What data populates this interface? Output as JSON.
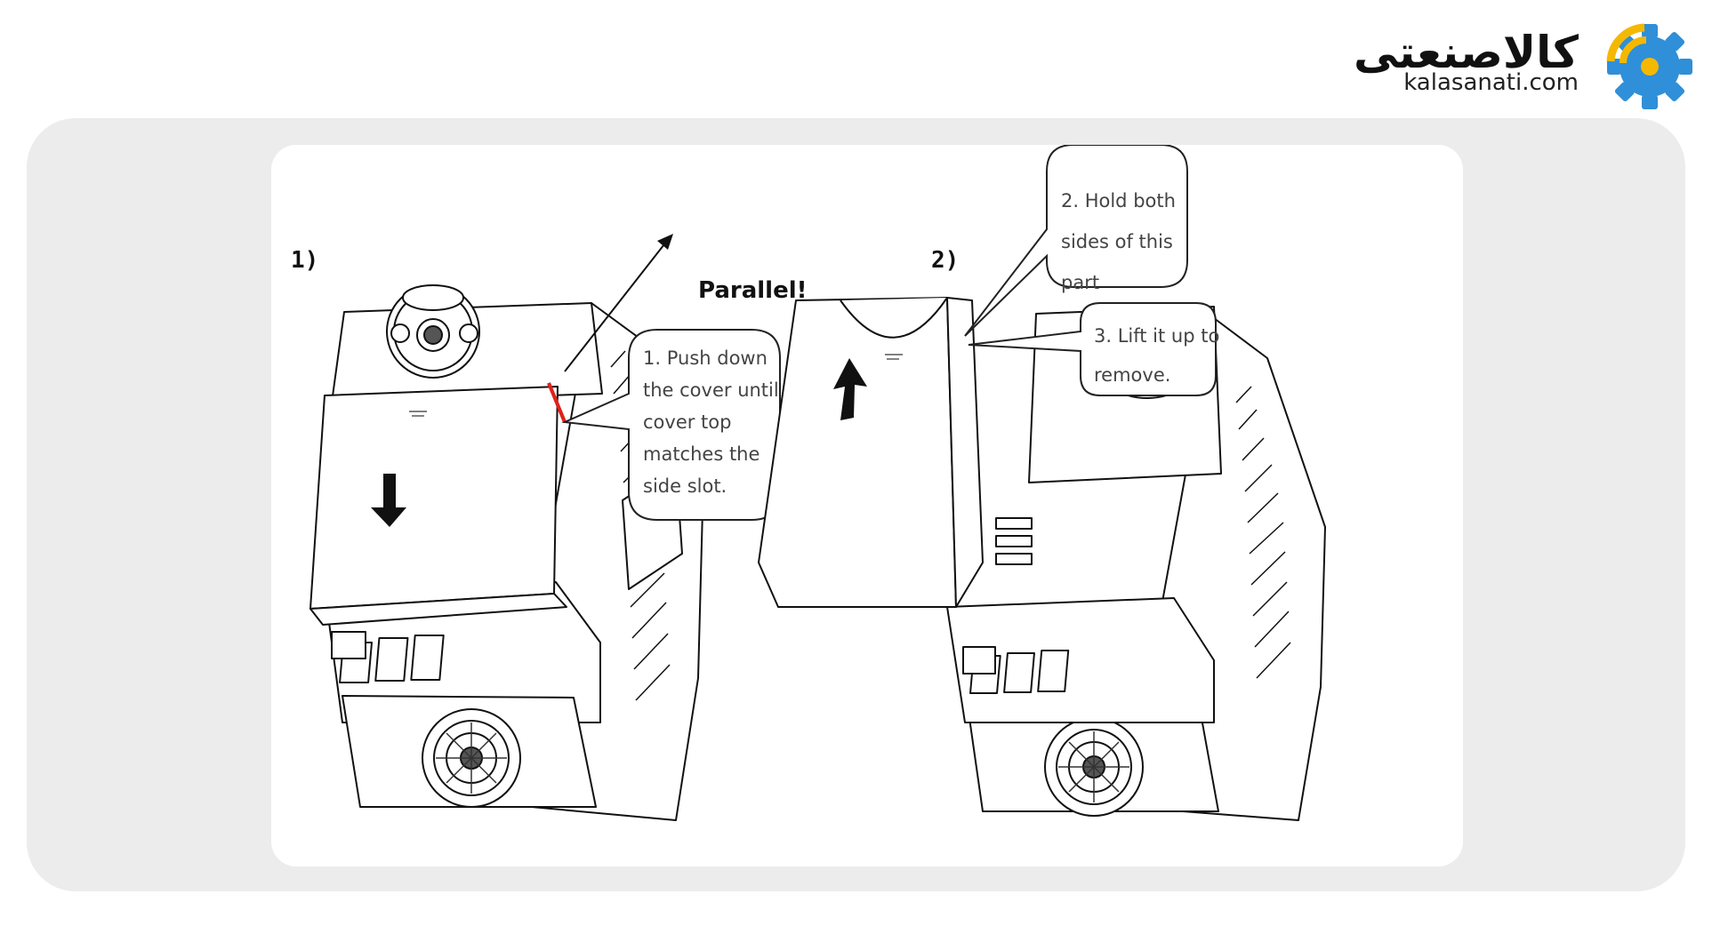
{
  "logo": {
    "name_fa": "کالاصنعتی",
    "domain": "kalasanati.com",
    "colors": {
      "gear": "#2f8fd8",
      "signal": "#f5b800"
    }
  },
  "diagram": {
    "step1_label": "1)",
    "step2_label": "2)",
    "parallel_label": "Parallel!",
    "callout1": [
      "1. Push down",
      "the cover until",
      "cover top",
      "matches the",
      "side slot."
    ],
    "callout2": [
      "2. Hold both",
      "sides of this",
      "part"
    ],
    "callout3": [
      "3. Lift it up to",
      "remove."
    ],
    "colors": {
      "line": "#111111",
      "accent": "#e0221c"
    }
  }
}
